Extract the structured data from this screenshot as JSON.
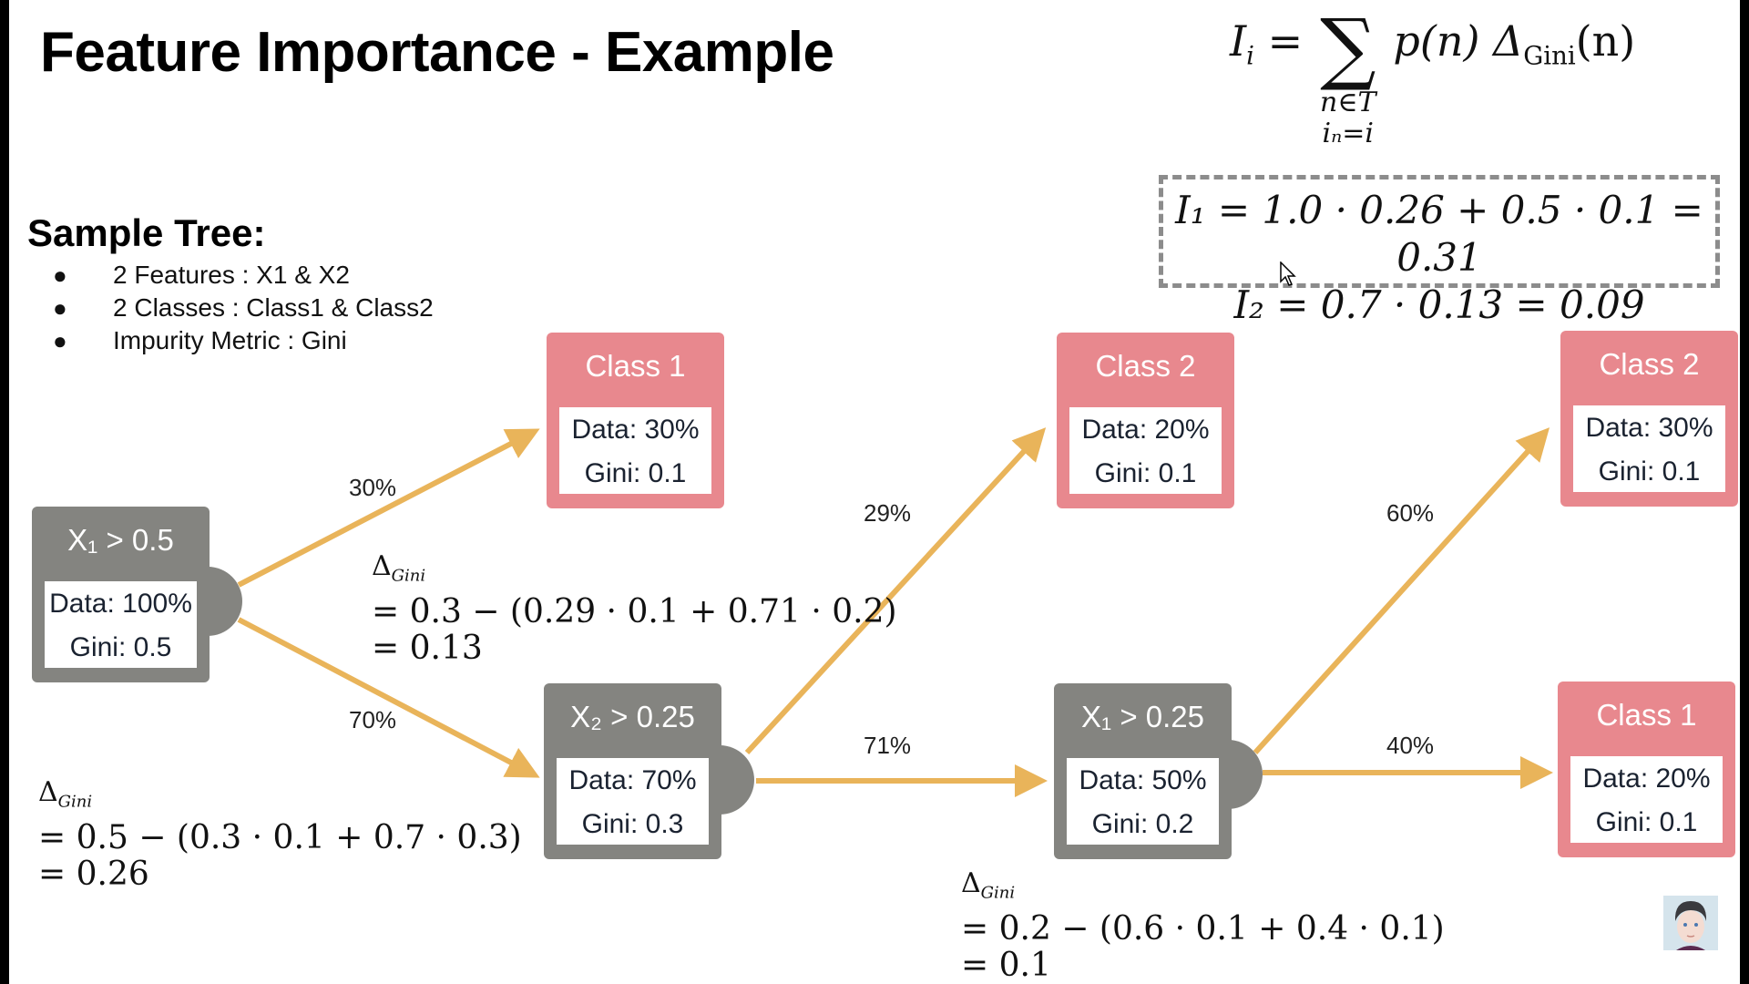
{
  "title": "Feature Importance - Example",
  "formula": {
    "lhs": "I",
    "lhs_sub": "i",
    "equals": "=",
    "sigma": "∑",
    "under_line1": "n∈T",
    "under_line2": "iₙ=i",
    "term": "p(n) Δ",
    "term_sub": "Gini",
    "term_end": "(n)"
  },
  "importance_box": {
    "line1": "I₁ = 1.0 · 0.26 + 0.5 · 0.1  = 0.31",
    "line2": "I₂ = 0.7 · 0.13 = 0.09"
  },
  "sample_tree": {
    "heading": "Sample Tree:",
    "bullets": [
      "2 Features : X1 & X2",
      "2 Classes : Class1 & Class2",
      "Impurity Metric : Gini"
    ],
    "bullet_glyph": "●"
  },
  "nodes": {
    "root": {
      "label": "X₁ > 0.5",
      "data": "Data: 100%",
      "gini": "Gini: 0.5"
    },
    "leaf_a": {
      "label": "Class 1",
      "data": "Data: 30%",
      "gini": "Gini: 0.1"
    },
    "split_x2": {
      "label": "X₂ > 0.25",
      "data": "Data: 70%",
      "gini": "Gini: 0.3"
    },
    "leaf_b": {
      "label": "Class 2",
      "data": "Data: 20%",
      "gini": "Gini: 0.1"
    },
    "split_x1": {
      "label": "X₁ > 0.25",
      "data": "Data: 50%",
      "gini": "Gini: 0.2"
    },
    "leaf_c": {
      "label": "Class 2",
      "data": "Data: 30%",
      "gini": "Gini: 0.1"
    },
    "leaf_d": {
      "label": "Class 1",
      "data": "Data: 20%",
      "gini": "Gini: 0.1"
    }
  },
  "edges": {
    "root_to_leaf_a": "30%",
    "root_to_split_x2": "70%",
    "x2_to_leaf_b": "29%",
    "x2_to_split_x1": "71%",
    "x1_to_leaf_c": "60%",
    "x1_to_leaf_d": "40%"
  },
  "deltas": {
    "root": {
      "label": "Δ",
      "label_sub": "Gini",
      "line1": "= 0.5 − (0.3 · 0.1 + 0.7 · 0.3)",
      "line2": "= 0.26"
    },
    "split_x2": {
      "label": "Δ",
      "label_sub": "Gini",
      "line1": "= 0.3 − (0.29 · 0.1 + 0.71 · 0.2)",
      "line2": "= 0.13"
    },
    "split_x1": {
      "label": "Δ",
      "label_sub": "Gini",
      "line1": "= 0.2 − (0.6 · 0.1 + 0.4 · 0.1)",
      "line2": "= 0.1"
    }
  },
  "colors": {
    "split_node": "#848480",
    "leaf_node": "#e8888e",
    "arrow": "#e9b45a"
  },
  "icons": {
    "avatar": "presenter-avatar-icon",
    "cursor": "mouse-cursor-icon"
  }
}
